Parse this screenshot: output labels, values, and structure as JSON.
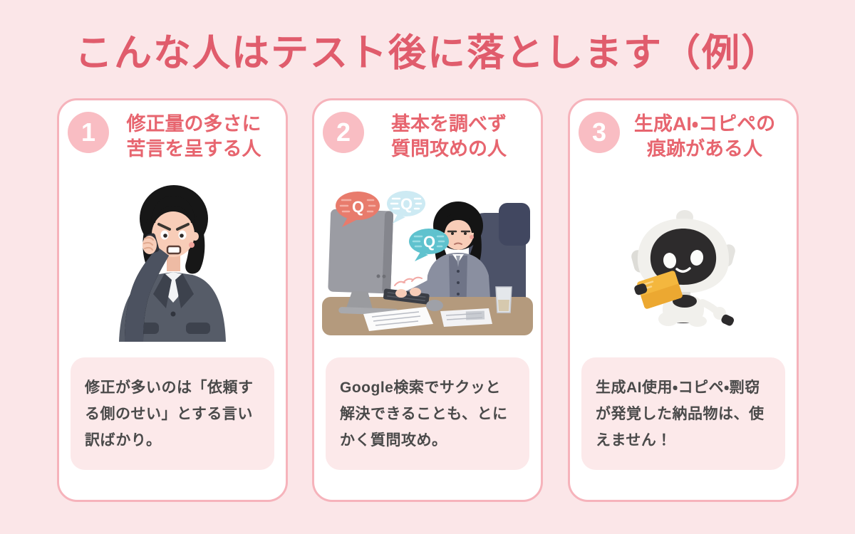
{
  "page": {
    "title": "こんな人はテスト後に落とします（例）"
  },
  "colors": {
    "background": "#fbe6e8",
    "title": "#e05c6c",
    "card_background": "#ffffff",
    "card_border": "#f6b3bb",
    "badge_background": "#f9bdc3",
    "badge_text": "#ffffff",
    "heading": "#e7656f",
    "note_background": "#fce9ea",
    "note_text": "#4a4a4a"
  },
  "cards": [
    {
      "number": "1",
      "heading_line1": "修正量の多さに",
      "heading_line2": "苦言を呈する人",
      "illustration": "angry-businesswoman-on-phone",
      "note": "修正が多いのは「依頼する側のせい」とする言い訳ばかり。"
    },
    {
      "number": "2",
      "heading_line1": "基本を調べず",
      "heading_line2": "質問攻めの人",
      "illustration": "woman-at-desk-question-bubbles",
      "bubble_letter": "Q",
      "note": "Google検索でサクッと解決できることも、とにかく質問攻め。"
    },
    {
      "number": "3",
      "heading_line1": "生成AI・コピペの",
      "heading_line2": "痕跡がある人",
      "illustration": "robot-with-folder",
      "note": "生成AI使用・コピペ・剽窃が発覚した納品物は、使えません！"
    }
  ]
}
